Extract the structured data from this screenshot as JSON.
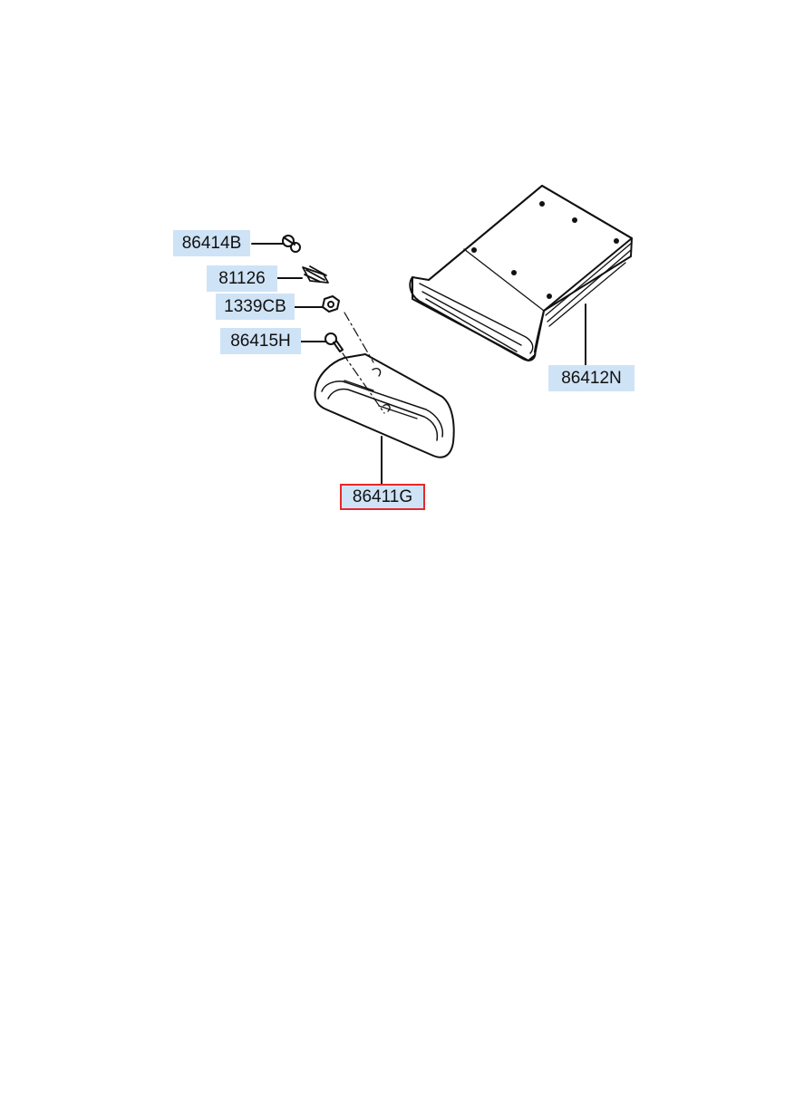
{
  "colors": {
    "label_bg": "#cfe3f6",
    "label_selected_bg": "#cfe3f6",
    "label_selected_border": "#e8272a",
    "line": "#111111"
  },
  "labels": {
    "part_86414B": "86414B",
    "part_81126": "81126",
    "part_1339CB": "1339CB",
    "part_86415H": "86415H",
    "part_86412N": "86412N",
    "part_86411G": "86411G"
  },
  "selected_part": "86411G"
}
